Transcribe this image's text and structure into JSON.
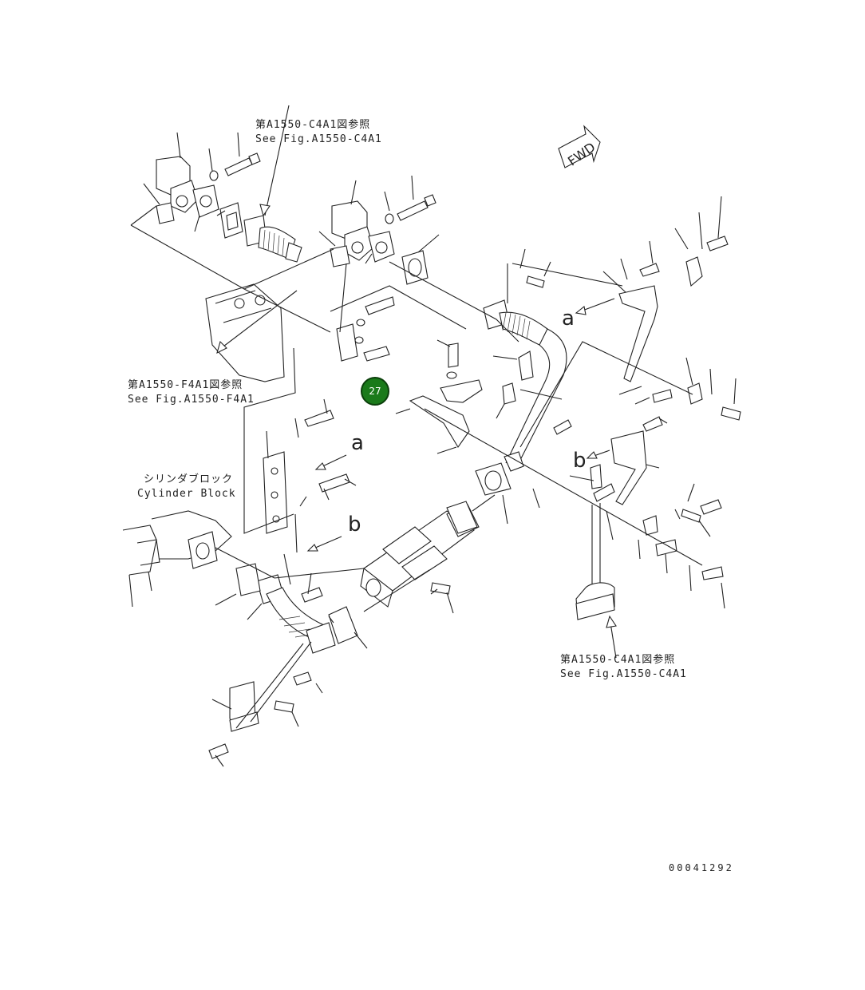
{
  "refs": {
    "ref_top": {
      "jp": "第A1550-C4A1図参照",
      "en": "See Fig.A1550-C4A1"
    },
    "ref_plate": {
      "jp": "第A1550-F4A1図参照",
      "en": "See Fig.A1550-F4A1"
    },
    "ref_bottom": {
      "jp": "第A1550-C4A1図参照",
      "en": "See Fig.A1550-C4A1"
    },
    "cylinder_block": {
      "jp": "シリンダブロック",
      "en": "Cylinder Block"
    }
  },
  "markers": {
    "fwd": "FWD",
    "a_right": "a",
    "a_left": "a",
    "b_right": "b",
    "b_left": "b"
  },
  "highlight": {
    "number": "27",
    "color": "#1a7a1a"
  },
  "drawing_number": "00041292"
}
